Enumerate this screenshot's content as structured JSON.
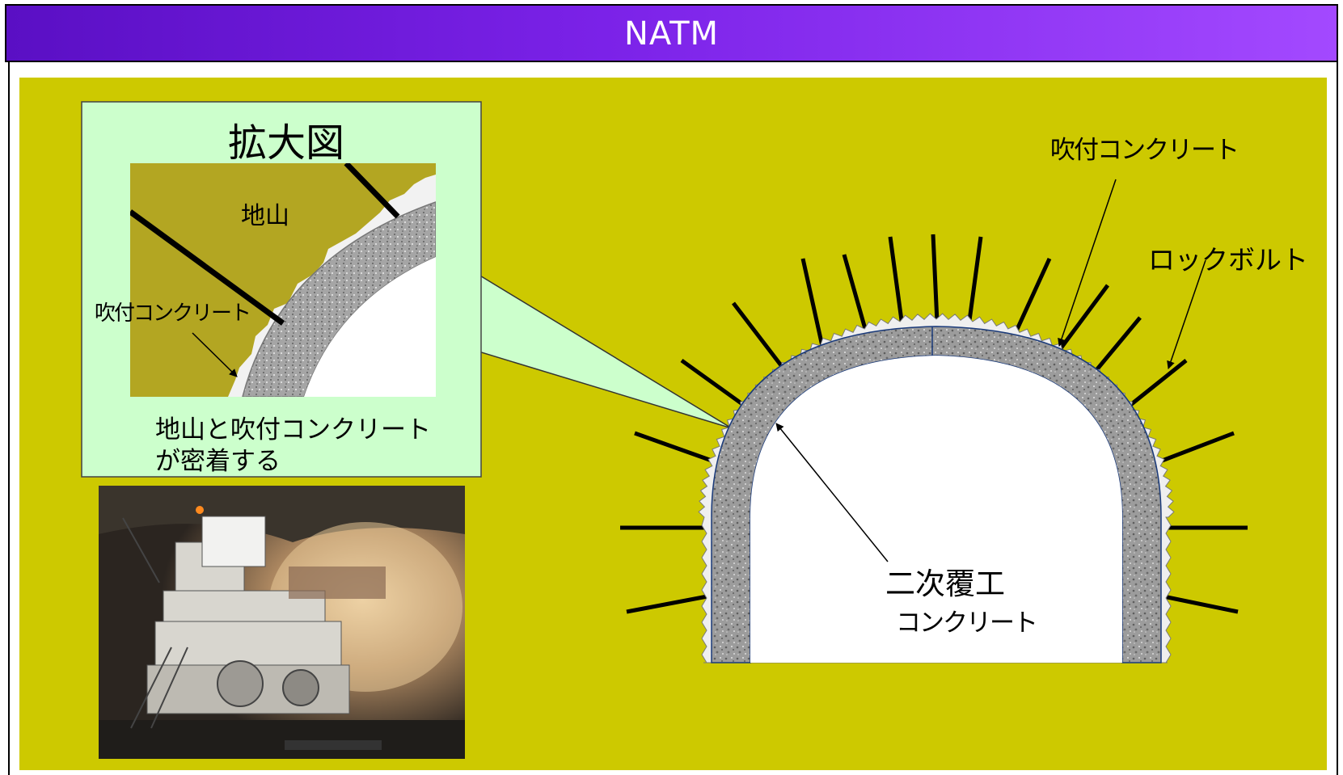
{
  "header": {
    "title": "NATM"
  },
  "zoom_panel": {
    "heading": "拡大図",
    "ground_label": "地山",
    "shotcrete_label": "吹付コンクリート",
    "caption_line1": "地山と吹付コンクリート",
    "caption_line2": "が密着する"
  },
  "tunnel": {
    "shotcrete_label": "吹付コンクリート",
    "rockbolt_label": "ロックボルト",
    "lining_label_line1": "二次覆工",
    "lining_label_line2": "コンクリート"
  },
  "colors": {
    "header_gradient_start": "#5a0fc4",
    "header_gradient_end": "#a349ff",
    "board_background": "#cdc900",
    "zoom_panel_background": "#ccffcc",
    "lining_gray": "#9a9a9a",
    "shotcrete_white": "#eeeeee"
  }
}
